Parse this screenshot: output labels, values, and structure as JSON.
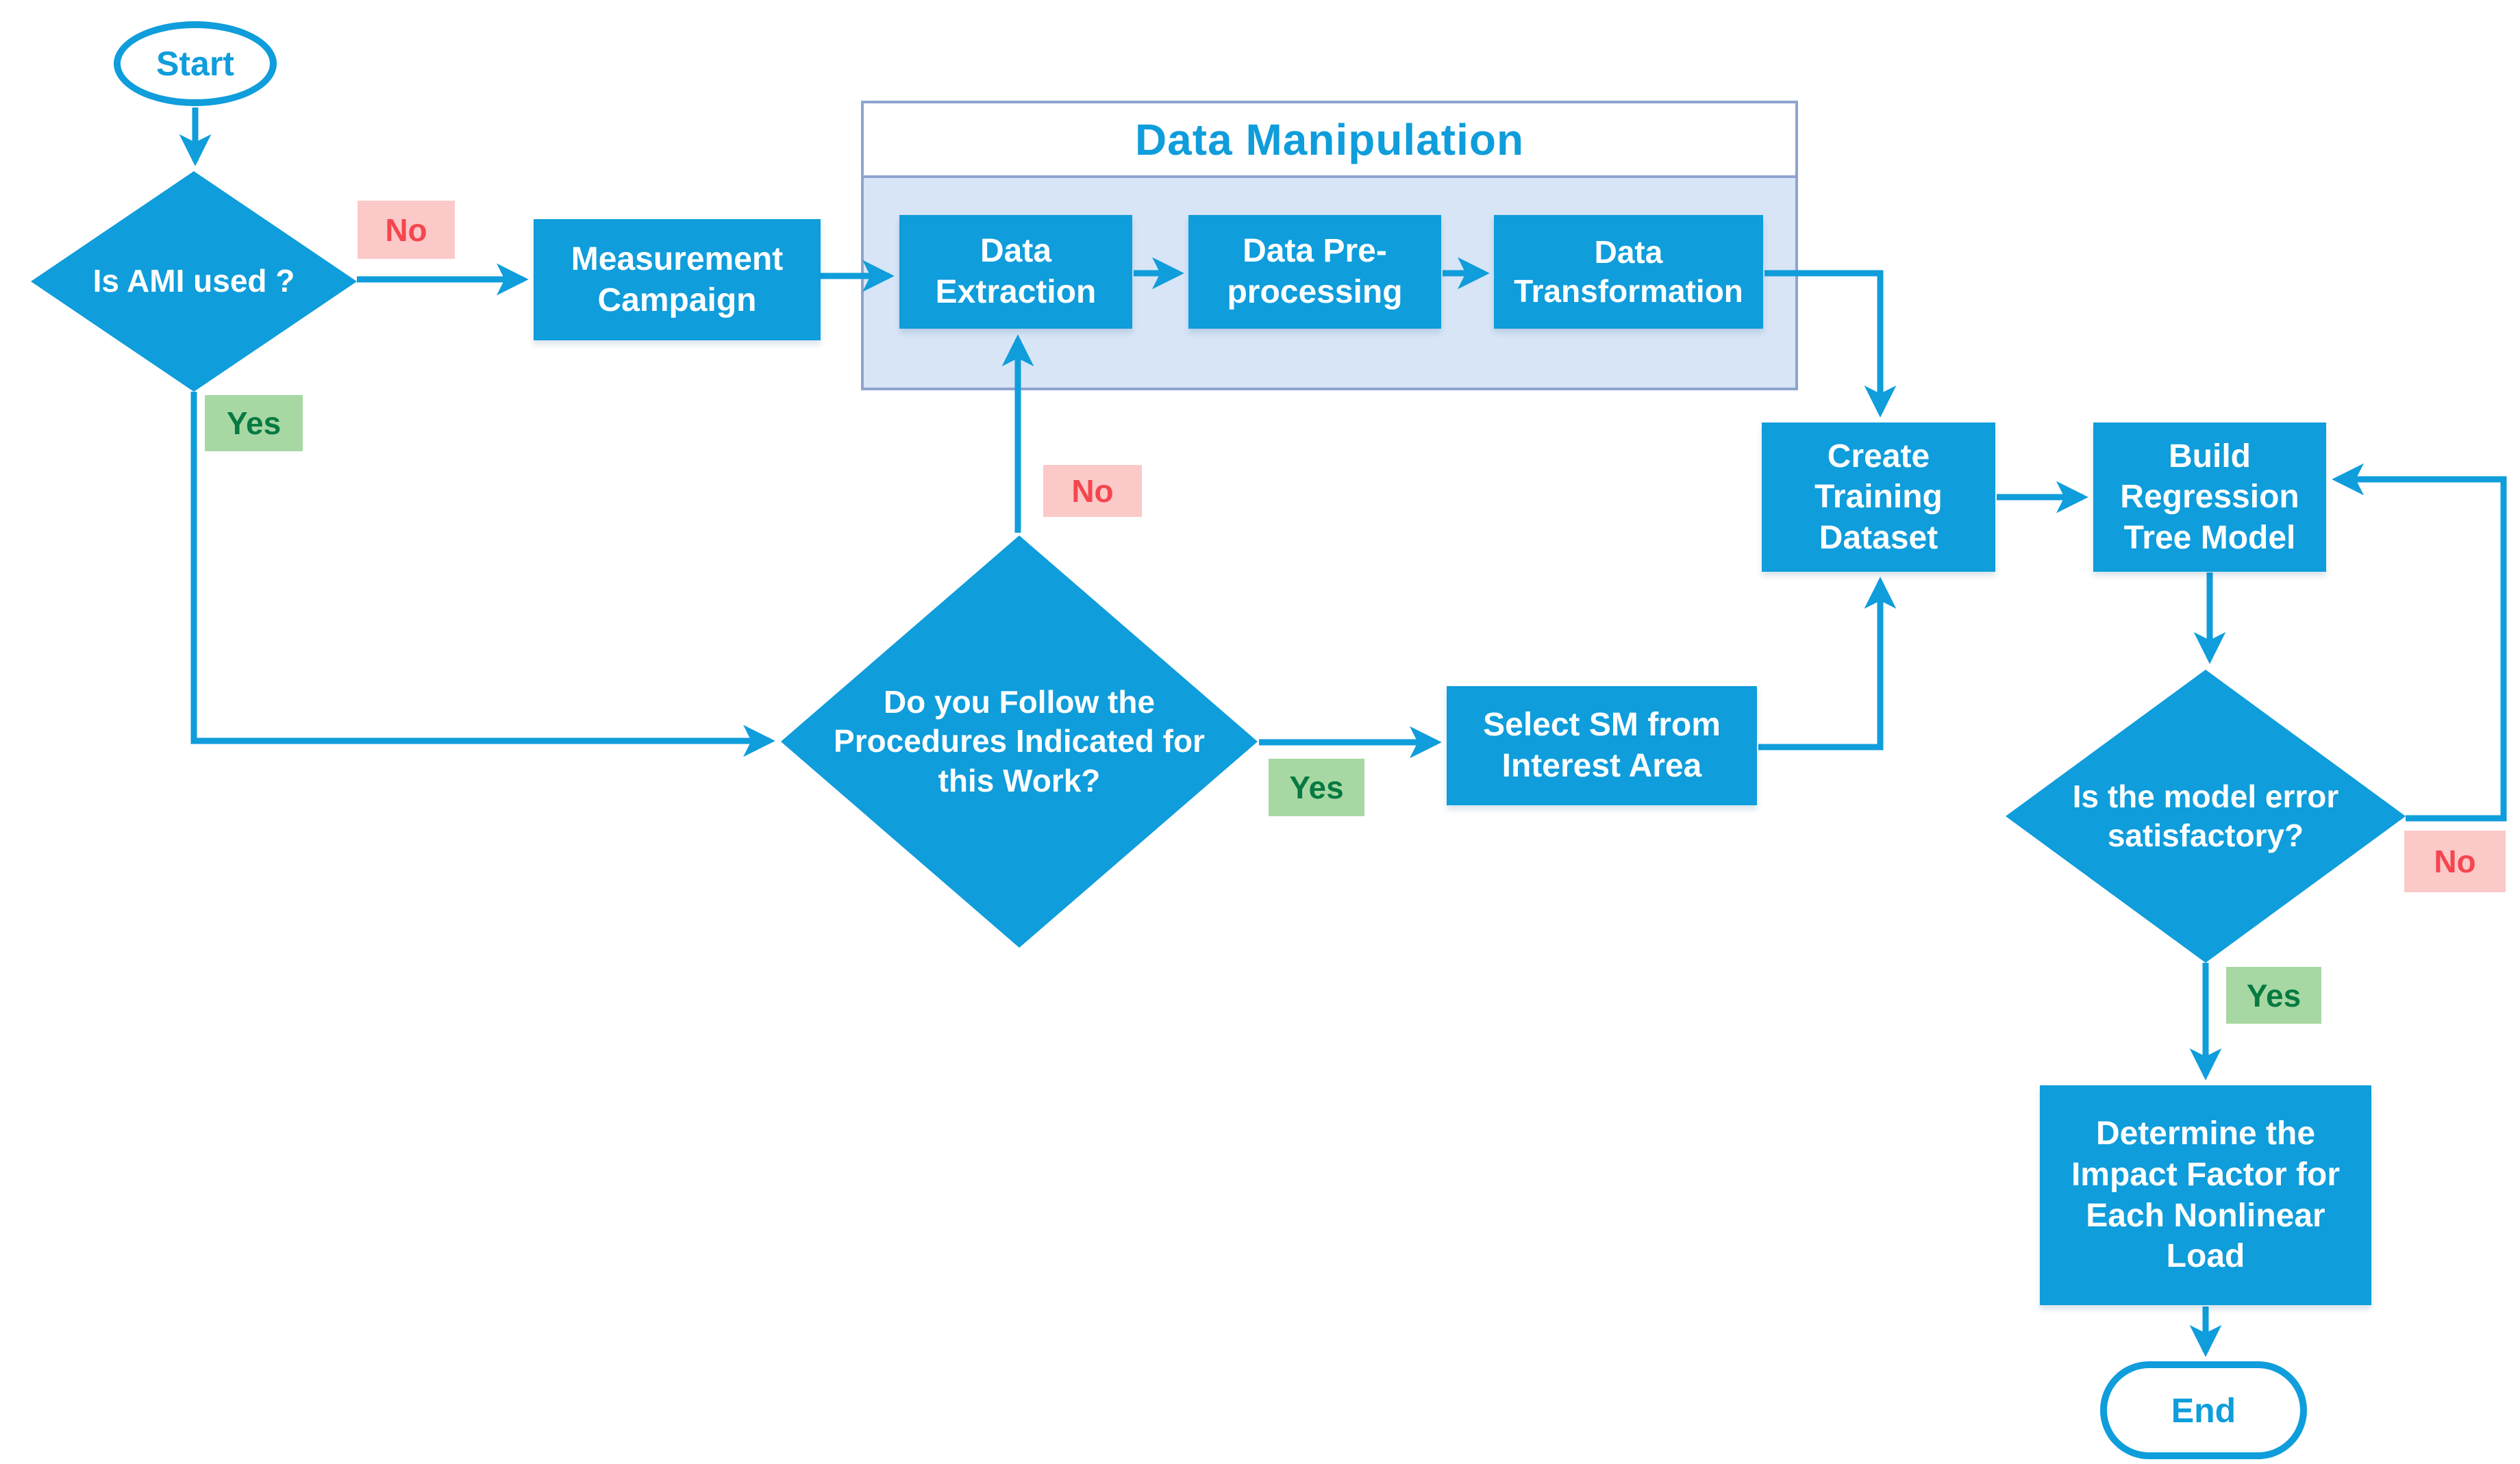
{
  "flowchart": {
    "container_title": "Data Manipulation",
    "nodes": {
      "start": "Start",
      "is_ami_used": "Is AMI used ?",
      "measurement_campaign": "Measurement\nCampaign",
      "data_extraction": "Data\nExtraction",
      "data_preprocessing": "Data Pre-\nprocessing",
      "data_transformation": "Data\nTransformation",
      "follow_procedures": "Do you Follow the\nProcedures Indicated for\nthis Work?",
      "select_sm": "Select SM from\nInterest Area",
      "create_training_dataset": "Create\nTraining\nDataset",
      "build_regression_tree": "Build\nRegression\nTree Model",
      "model_error_satisfactory": "Is the model error\nsatisfactory?",
      "determine_impact_factor": "Determine the\nImpact Factor for\nEach Nonlinear\nLoad",
      "end": "End"
    },
    "edge_labels": {
      "yes": "Yes",
      "no": "No"
    },
    "colors": {
      "accent_blue": "#0F9DDB",
      "node_text": "#FFFFFF",
      "container_fill": "#D8E5F6",
      "container_border": "#8EA4CF",
      "yes_badge_bg": "#A7D8A4",
      "yes_badge_text": "#077A41",
      "no_badge_bg": "#FBC9C8",
      "no_badge_text": "#F5464F",
      "background": "#FFFFFF"
    }
  }
}
